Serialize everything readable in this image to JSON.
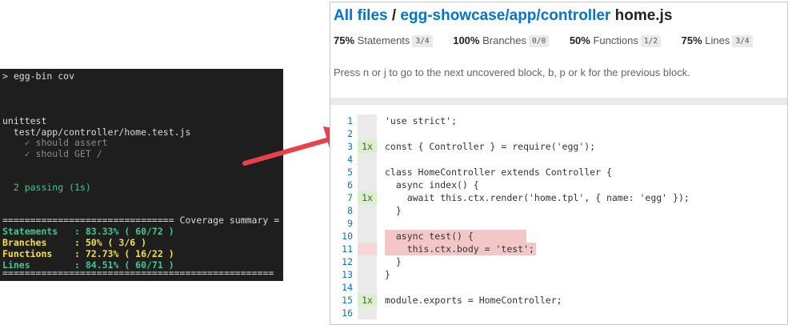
{
  "terminal": {
    "command": "> egg-bin cov",
    "suite": "unittest",
    "file": "  test/app/controller/home.test.js",
    "tests": [
      "    ✓ should assert",
      "    ✓ should GET /"
    ],
    "passing": "  2 passing (1s)",
    "summary_header": "=============================== Coverage summary =",
    "summary": [
      {
        "label": "Statements   ",
        "value": ": 83.33% ( 60/72 )",
        "color": "#3ec98e"
      },
      {
        "label": "Branches     ",
        "value": ": 50% ( 3/6 )",
        "color": "#f5e234"
      },
      {
        "label": "Functions    ",
        "value": ": 72.73% ( 16/22 )",
        "color": "#f5e234"
      },
      {
        "label": "Lines        ",
        "value": ": 84.51% ( 60/71 )",
        "color": "#3ec98e"
      }
    ],
    "footer": "================================================="
  },
  "report": {
    "breadcrumb_all": "All files",
    "sep1": " / ",
    "breadcrumb_dir": "egg-showcase/app/controller",
    "filename": " home.js",
    "stats": [
      {
        "pct": "75%",
        "label": "Statements",
        "frac": "3/4"
      },
      {
        "pct": "100%",
        "label": "Branches",
        "frac": "0/0"
      },
      {
        "pct": "50%",
        "label": "Functions",
        "frac": "1/2"
      },
      {
        "pct": "75%",
        "label": "Lines",
        "frac": "3/4"
      }
    ],
    "help_text": "Press n or j to go to the next uncovered block, b, p or k for the previous block.",
    "lines": [
      {
        "n": "1",
        "hits": "",
        "code": "'use strict';"
      },
      {
        "n": "2",
        "hits": "",
        "code": ""
      },
      {
        "n": "3",
        "hits": "1x",
        "code": "const { Controller } = require('egg');"
      },
      {
        "n": "4",
        "hits": "",
        "code": ""
      },
      {
        "n": "5",
        "hits": "",
        "code": "class HomeController extends Controller {"
      },
      {
        "n": "6",
        "hits": "",
        "code": "  async index() {"
      },
      {
        "n": "7",
        "hits": "1x",
        "code": "    await this.ctx.render('home.tpl', { name: 'egg' });"
      },
      {
        "n": "8",
        "hits": "",
        "code": "  }"
      },
      {
        "n": "9",
        "hits": "",
        "code": ""
      },
      {
        "n": "10",
        "hits": "",
        "code": "  async test() {"
      },
      {
        "n": "11",
        "hits": "",
        "code": "    this.ctx.body = 'test';"
      },
      {
        "n": "12",
        "hits": "",
        "code": "  }"
      },
      {
        "n": "13",
        "hits": "",
        "code": "}"
      },
      {
        "n": "14",
        "hits": "",
        "code": ""
      },
      {
        "n": "15",
        "hits": "1x",
        "code": "module.exports = HomeController;"
      },
      {
        "n": "16",
        "hits": "",
        "code": ""
      }
    ]
  },
  "colors": {
    "link": "#0074d9",
    "arrow": "#e8414a",
    "covered": "#d9f0c9",
    "uncovered": "#f4c7c7"
  }
}
